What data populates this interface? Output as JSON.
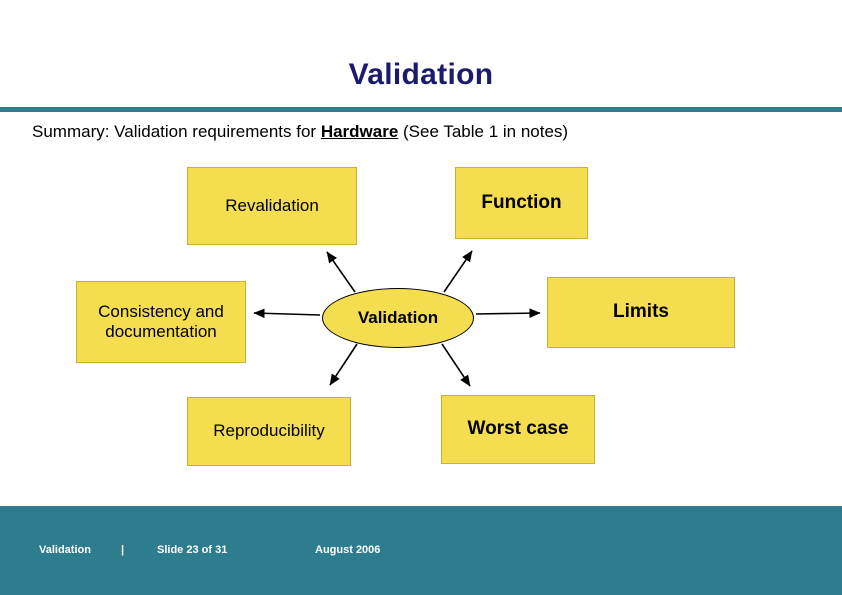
{
  "slide": {
    "title": "Validation",
    "summary": {
      "prefix": "Summary: Validation requirements for ",
      "underlined": "Hardware",
      "suffix": " (See Table 1 in notes)"
    },
    "center_node": "Validation",
    "nodes": [
      {
        "id": "revalidation",
        "label": "Revalidation"
      },
      {
        "id": "function",
        "label": "Function"
      },
      {
        "id": "consistency",
        "label": "Consistency and documentation"
      },
      {
        "id": "limits",
        "label": "Limits"
      },
      {
        "id": "reproducibility",
        "label": "Reproducibility"
      },
      {
        "id": "worst-case",
        "label": "Worst case"
      }
    ],
    "colors": {
      "title_text": "#1a1a6e",
      "rule": "#2e7d8e",
      "box_fill": "#f5dd50",
      "footer_band": "#2e7d8e",
      "footer_text": "#ffffff"
    },
    "footer": {
      "section": "Validation",
      "separator": "|",
      "slide_number": "Slide 23  of 31",
      "date": "August 2006"
    }
  }
}
